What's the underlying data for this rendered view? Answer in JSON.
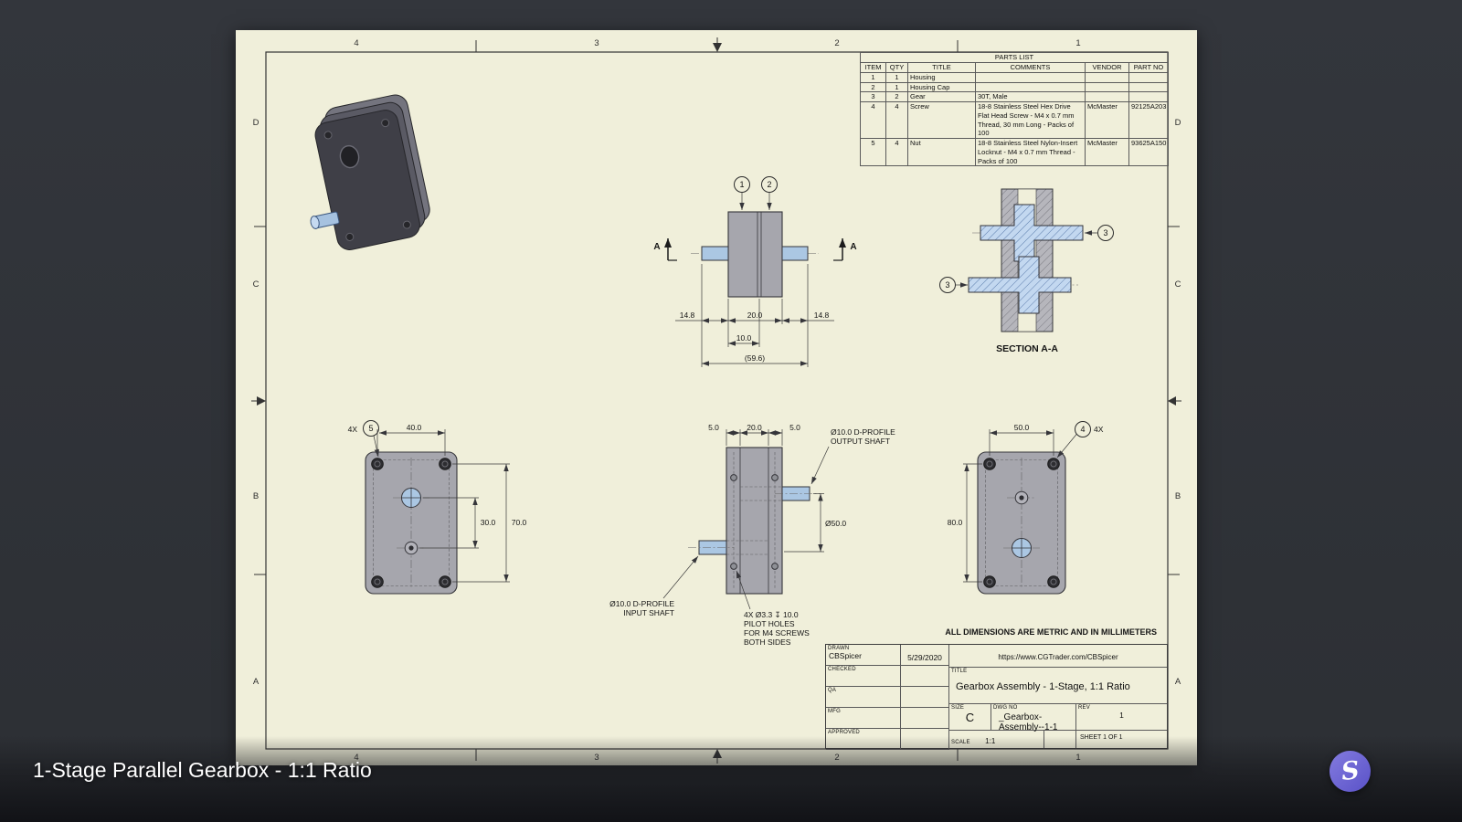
{
  "viewer": {
    "title": "1-Stage Parallel Gearbox - 1:1 Ratio",
    "logo_letter": "S"
  },
  "sheet": {
    "zones_top": [
      "4",
      "3",
      "2",
      "1"
    ],
    "zones_bottom": [
      "4",
      "3",
      "2",
      "1"
    ],
    "zones_left": [
      "D",
      "C",
      "B",
      "A"
    ],
    "zones_right": [
      "D",
      "C",
      "B",
      "A"
    ],
    "note": "ALL DIMENSIONS ARE METRIC AND IN MILLIMETERS"
  },
  "parts_list": {
    "title": "PARTS LIST",
    "headers": [
      "ITEM",
      "QTY",
      "TITLE",
      "COMMENTS",
      "VENDOR",
      "PART NO"
    ],
    "rows": [
      {
        "item": "1",
        "qty": "1",
        "title": "Housing",
        "comments": "",
        "vendor": "",
        "part_no": ""
      },
      {
        "item": "2",
        "qty": "1",
        "title": "Housing Cap",
        "comments": "",
        "vendor": "",
        "part_no": ""
      },
      {
        "item": "3",
        "qty": "2",
        "title": "Gear",
        "comments": "30T, Male",
        "vendor": "",
        "part_no": ""
      },
      {
        "item": "4",
        "qty": "4",
        "title": "Screw",
        "comments": "18-8 Stainless Steel Hex Drive Flat Head Screw - M4 x 0.7 mm Thread, 30 mm Long - Packs of 100",
        "vendor": "McMaster",
        "part_no": "92125A203"
      },
      {
        "item": "5",
        "qty": "4",
        "title": "Nut",
        "comments": "18-8 Stainless Steel Nylon-Insert Locknut - M4 x 0.7 mm Thread - Packs of 100",
        "vendor": "McMaster",
        "part_no": "93625A150"
      }
    ]
  },
  "title_block": {
    "drawn_label": "DRAWN",
    "drawn_name": "CBSpicer",
    "drawn_date": "5/29/2020",
    "checked_label": "CHECKED",
    "qa_label": "QA",
    "mfg_label": "MFG",
    "approved_label": "APPROVED",
    "url": "https://www.CGTrader.com/CBSpicer",
    "title_label": "TITLE",
    "title_value": "Gearbox Assembly - 1-Stage, 1:1 Ratio",
    "size_label": "SIZE",
    "size_value": "C",
    "dwg_label": "DWG NO",
    "dwg_value": "_Gearbox-Assembly--1-1",
    "rev_label": "REV",
    "rev_value": "1",
    "scale_label": "SCALE",
    "scale_value": "1:1",
    "sheet_label": "SHEET 1  OF 1"
  },
  "views": {
    "front": {
      "balloon_1": "1",
      "balloon_2": "2",
      "section_letter_left": "A",
      "section_letter_right": "A",
      "dim_shaft_left": "14.8",
      "dim_body": "20.0",
      "dim_shaft_right": "14.8",
      "dim_cap": "10.0",
      "dim_overall": "(59.6)"
    },
    "section": {
      "balloon_top": "3",
      "balloon_bottom": "3",
      "label": "SECTION A-A"
    },
    "back_face": {
      "balloon": "5",
      "balloon_qty": "4X",
      "dim_width": "40.0",
      "dim_shaft_span": "30.0",
      "dim_screw_span": "70.0"
    },
    "side": {
      "dim_cap_left": "5.0",
      "dim_body": "20.0",
      "dim_cap_right": "5.0",
      "output_label_1": "Ø10.0 D-PROFILE",
      "output_label_2": "OUTPUT SHAFT",
      "dim_gear": "Ø50.0",
      "input_label_1": "Ø10.0 D-PROFILE",
      "input_label_2": "INPUT SHAFT",
      "pilot_label_1": "4X Ø3.3 ↧ 10.0",
      "pilot_label_2": "PILOT HOLES",
      "pilot_label_3": "FOR M4 SCREWS",
      "pilot_label_4": "BOTH SIDES"
    },
    "front_face": {
      "balloon": "4",
      "balloon_qty": "4X",
      "dim_width": "50.0",
      "dim_height": "80.0"
    }
  }
}
